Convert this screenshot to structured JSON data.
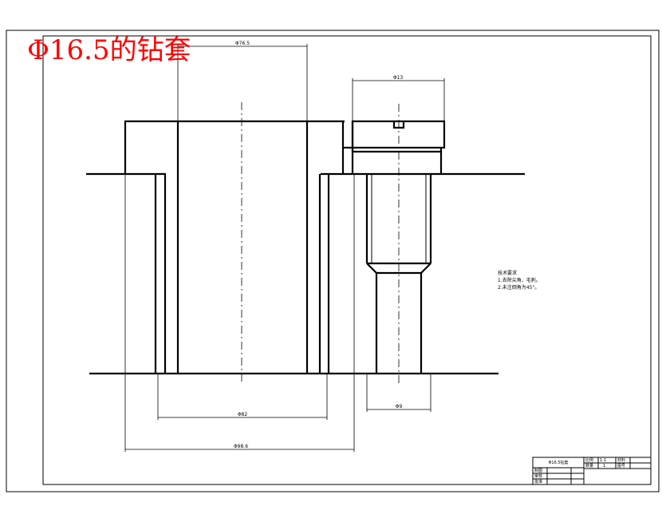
{
  "title": "Φ16.5的钻套",
  "dimensions": {
    "outer_top": "Φ76.5",
    "collar": "Φ13",
    "bore": "Φ82",
    "bottom_width": "Φ98.6",
    "shaft": "Φ9"
  },
  "technical_requirements": {
    "heading": "技术要求",
    "items": [
      "1.去除尖角、毛刺。",
      "2.未注倒角为45°。"
    ]
  },
  "title_block": {
    "part_name": "Φ16.5钻套",
    "scale_label": "比例",
    "scale_value": "1:1",
    "qty_label": "数量",
    "qty_value": "1",
    "material_label": "材料",
    "sheet_label": "图号",
    "draw_label": "制图",
    "check_label": "审核",
    "approve_label": "批准"
  }
}
